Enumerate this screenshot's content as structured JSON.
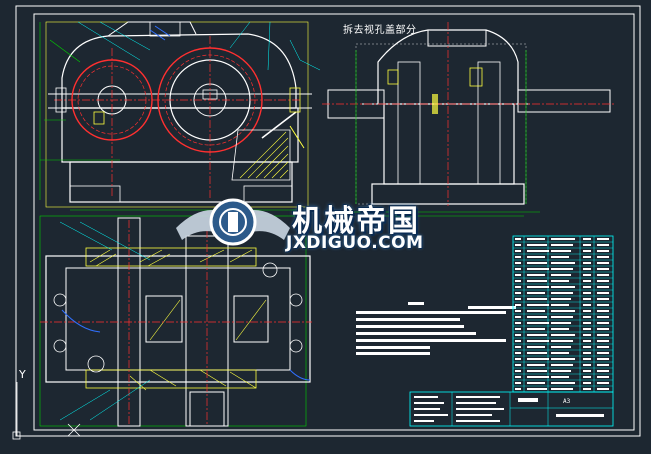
{
  "drawing": {
    "annotation_note": "拆去视孔盖部分",
    "logo": {
      "chinese_text": "机械帝国",
      "english_text": "JXDIGUO.COM",
      "icon": "gear-wings-logo-icon"
    },
    "title_block": {
      "scale_text": "A3"
    },
    "ucs_axis_label": "Y"
  },
  "colors": {
    "background": "#1d2731",
    "outline": "#ffffff",
    "centerline": "#ff3030",
    "dimension": "#00d000",
    "hatch": "#ffff40",
    "leader": "#00ffff",
    "hidden": "#3070ff"
  }
}
